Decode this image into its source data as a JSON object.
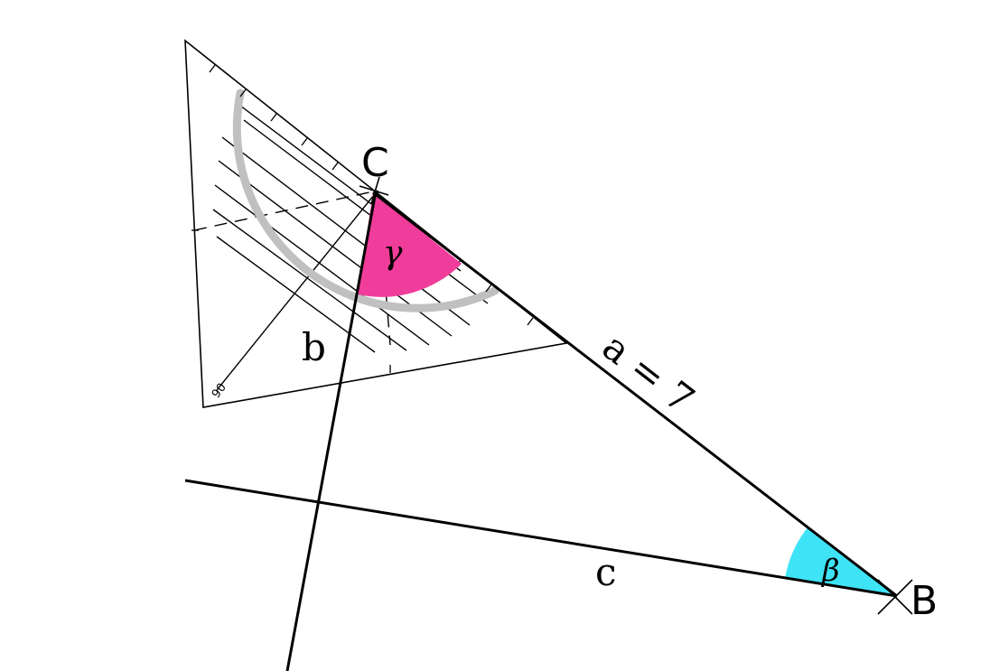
{
  "points": {
    "C": {
      "label": "C"
    },
    "B": {
      "label": "B"
    }
  },
  "sides": {
    "a": {
      "label": "a = 7"
    },
    "b": {
      "label": "b"
    },
    "c": {
      "label": "c"
    }
  },
  "angles": {
    "gamma": {
      "label": "γ",
      "color": "#f03c9a"
    },
    "beta": {
      "label": "β",
      "color": "#3ee4f6"
    }
  },
  "set_square": {
    "corner_mark": "90",
    "protractor_color": "#c0c0c0"
  }
}
